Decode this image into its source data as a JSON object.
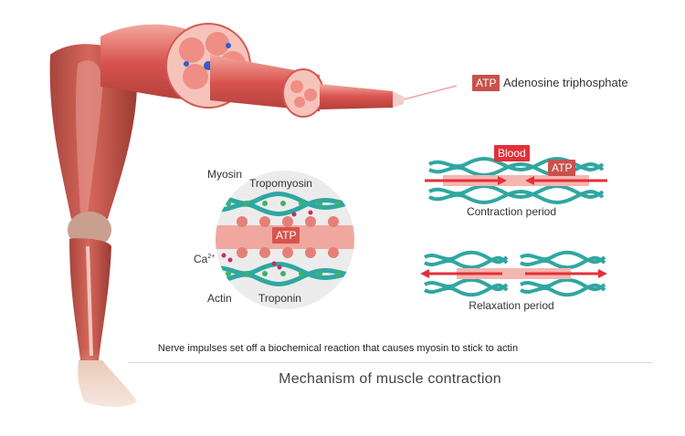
{
  "legend": {
    "tag": "ATP",
    "text": "Adenosine triphosphate"
  },
  "zoom_diagram": {
    "myosin": "Myosin",
    "tropomyosin": "Tropomyosin",
    "atp": "ATP",
    "ca": "Ca",
    "ca_superscript": "2+",
    "actin": "Actin",
    "troponin": "Troponin"
  },
  "contraction": {
    "blood_tag": "Blood",
    "atp_tag": "ATP",
    "label": "Contraction period"
  },
  "relaxation": {
    "label": "Relaxation period"
  },
  "note": "Nerve impulses set off a biochemical reaction that causes myosin to stick to actin",
  "title": "Mechanism of muscle contraction",
  "colors": {
    "muscle_red": "#d9534f",
    "muscle_light": "#f4a9a3",
    "actin_teal": "#2fa7a1",
    "bead_green": "#3fb16a",
    "arrow_red": "#e2303a"
  }
}
